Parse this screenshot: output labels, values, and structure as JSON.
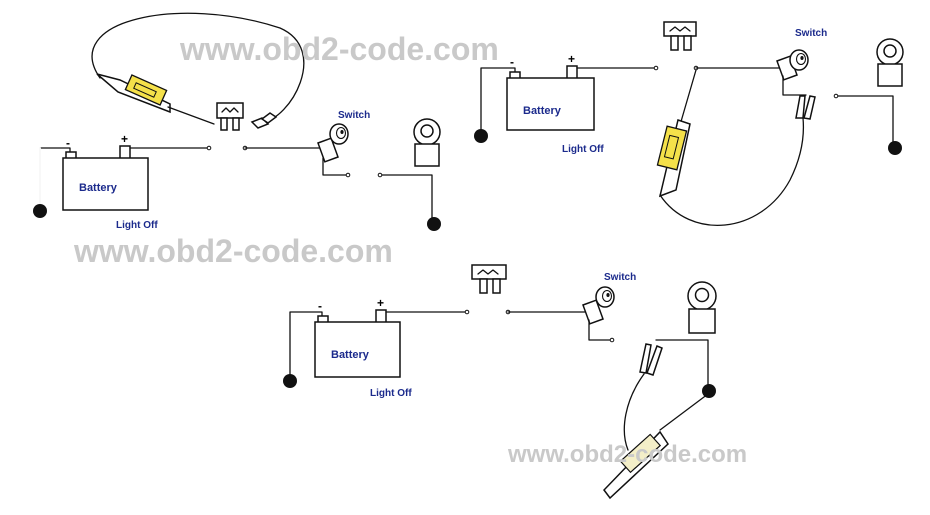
{
  "labels": {
    "battery": "Battery",
    "switch": "Switch",
    "light_off": "Light Off",
    "minus": "-",
    "plus": "+"
  },
  "watermark": "www.obd2-code.com",
  "colors": {
    "label": "#1b2a8c",
    "watermark": "#c9c9c9",
    "probe_yellow": "#f5e14a",
    "probe_pale": "#f4efc8"
  },
  "icons": {
    "fuse": "fuse-icon",
    "switch": "toggle-switch-icon",
    "bulb": "light-bulb-icon",
    "ground": "ground-icon",
    "probe": "test-light-probe-icon",
    "clip": "alligator-clip-icon"
  }
}
